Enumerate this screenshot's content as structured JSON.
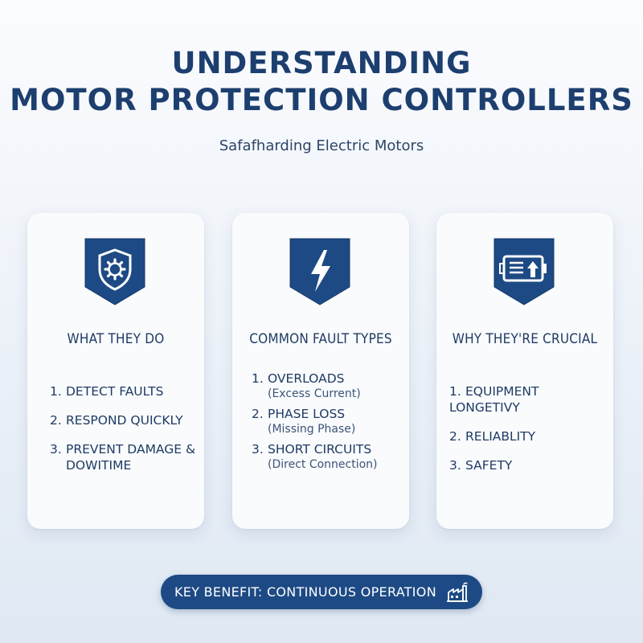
{
  "header": {
    "title_line1": "UNDERSTANDING",
    "title_line2": "MOTOR PROTECTION CONTROLLERS",
    "subtitle": "Safafharding Electric Motors"
  },
  "cards": [
    {
      "icon": "shield-gear-icon",
      "title": "WHAT THEY DO",
      "items": [
        {
          "num": "1.",
          "text": "DETECT FAULTS"
        },
        {
          "num": "2.",
          "text": "RESPOND QUICKLY"
        },
        {
          "num": "3.",
          "text": "PREVENT DAMAGE &",
          "cont": "DOWITIME"
        }
      ]
    },
    {
      "icon": "lightning-bolt-icon",
      "title": "COMMON FAULT TYPES",
      "items": [
        {
          "num": "1.",
          "text": "OVERLOADS",
          "sub": "(Excess Current)"
        },
        {
          "num": "2.",
          "text": "PHASE LOSS",
          "sub": "(Missing Phase)"
        },
        {
          "num": "3.",
          "text": "SHORT CIRCUITS",
          "sub": "(Direct Connection)"
        }
      ]
    },
    {
      "icon": "battery-arrow-up-icon",
      "title": "WHY THEY'RE CRUCIAL",
      "items": [
        {
          "num": "1.",
          "text": "EQUIPMENT LONGETIVY"
        },
        {
          "num": "2.",
          "text": "RELIABLITY"
        },
        {
          "num": "3.",
          "text": "SAFETY"
        }
      ]
    }
  ],
  "benefit": {
    "label": "KEY BENEFIT: CONTINUOUS OPERATION",
    "icon": "factory-icon"
  },
  "colors": {
    "navy": "#1d4a84",
    "text": "#1f3b63",
    "card_bg": "#f9fbfd"
  }
}
